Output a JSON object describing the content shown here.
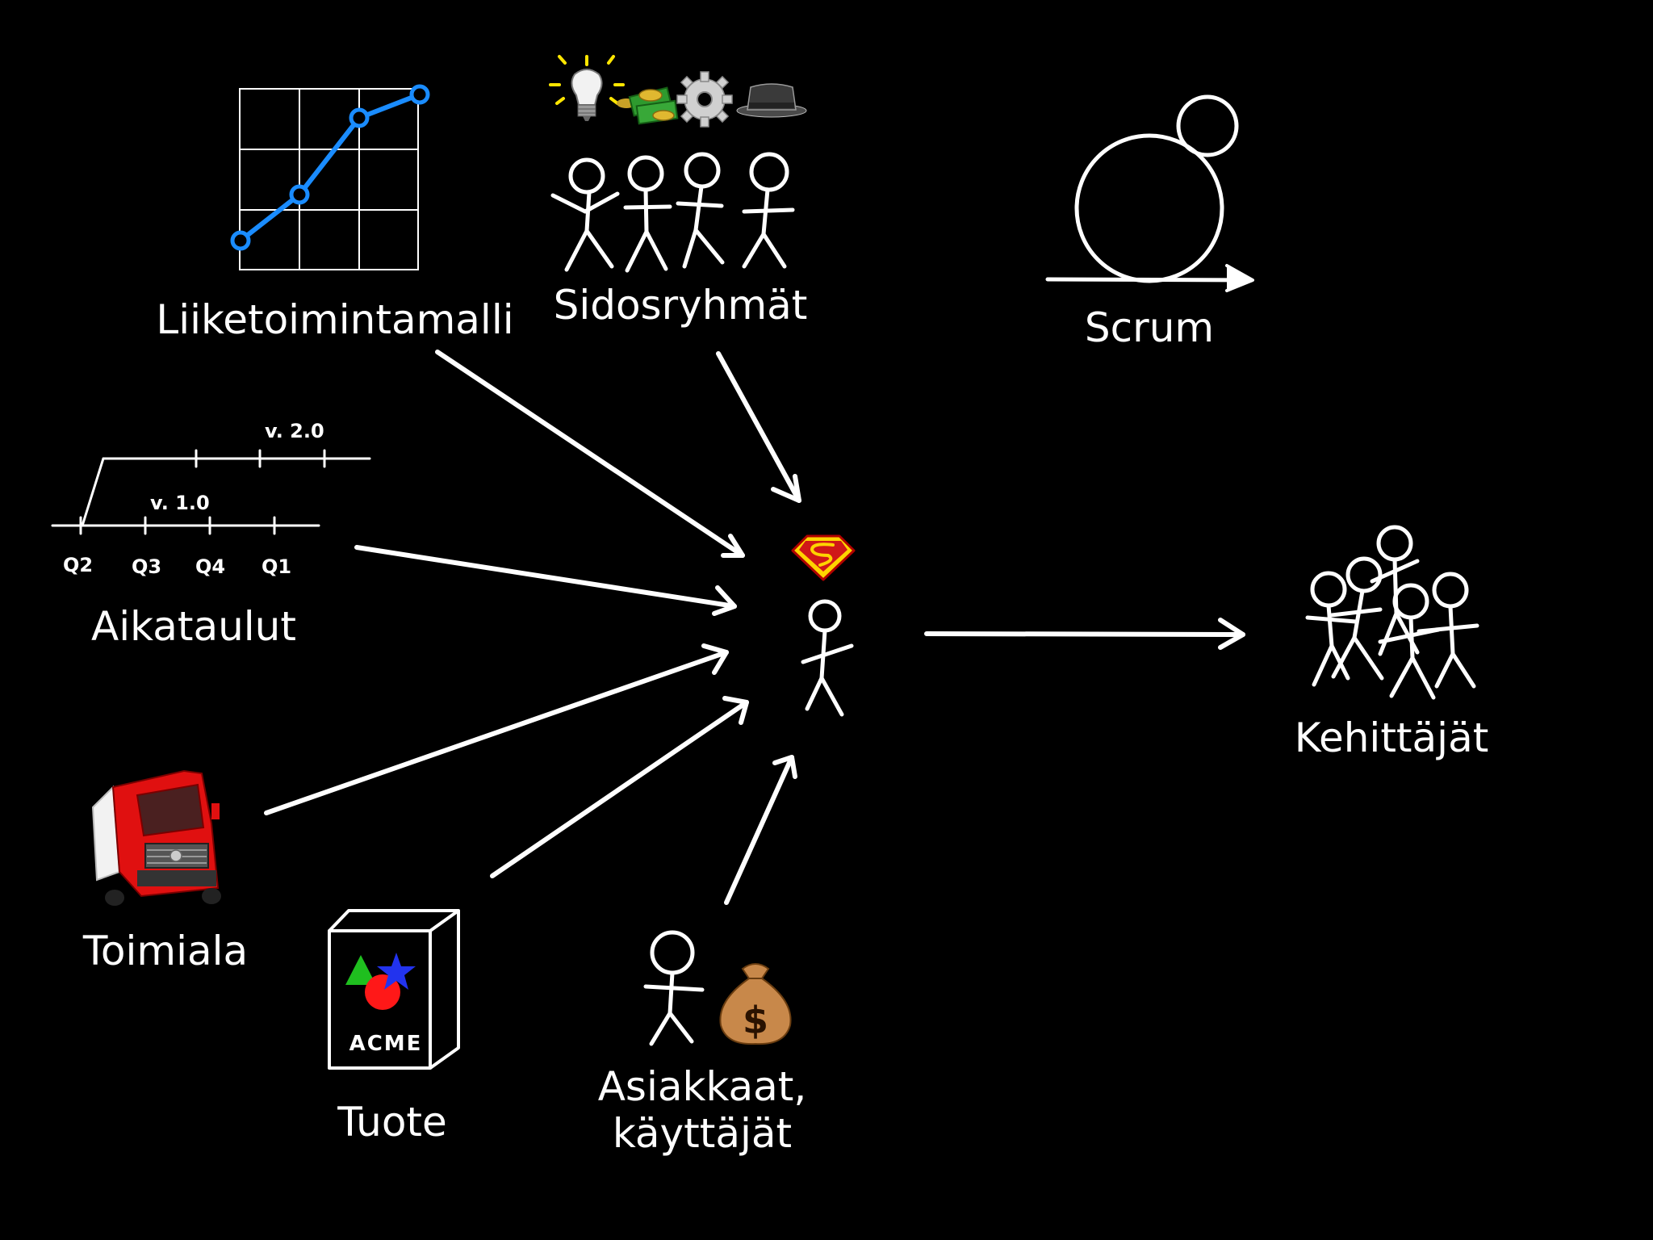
{
  "nodes": {
    "business_model": "Liiketoimintamalli",
    "stakeholders": "Sidosryhmät",
    "scrum": "Scrum",
    "schedules": "Aikataulut",
    "industry": "Toimiala",
    "product": "Tuote",
    "customers_line1": "Asiakkaat,",
    "customers_line2": "käyttäjät",
    "developers": "Kehittäjät"
  },
  "timeline": {
    "release_1": "v. 1.0",
    "release_2": "v. 2.0",
    "quarters": [
      "Q2",
      "Q3",
      "Q4",
      "Q1"
    ]
  },
  "product_box": {
    "brand": "ACME"
  },
  "colors": {
    "background": "#000000",
    "chart_line": "#1a8cff",
    "truck_red": "#e01010",
    "superman_red": "#d01818",
    "superman_yellow": "#ffd400",
    "money_bag": "#c8884a"
  },
  "icons": [
    "line-chart-icon",
    "lightbulb-icon",
    "money-icon",
    "gear-icon",
    "hat-icon",
    "timeline-icon",
    "truck-icon",
    "product-box-icon",
    "money-bag-icon",
    "superman-logo-icon",
    "scrum-cycle-icon"
  ]
}
